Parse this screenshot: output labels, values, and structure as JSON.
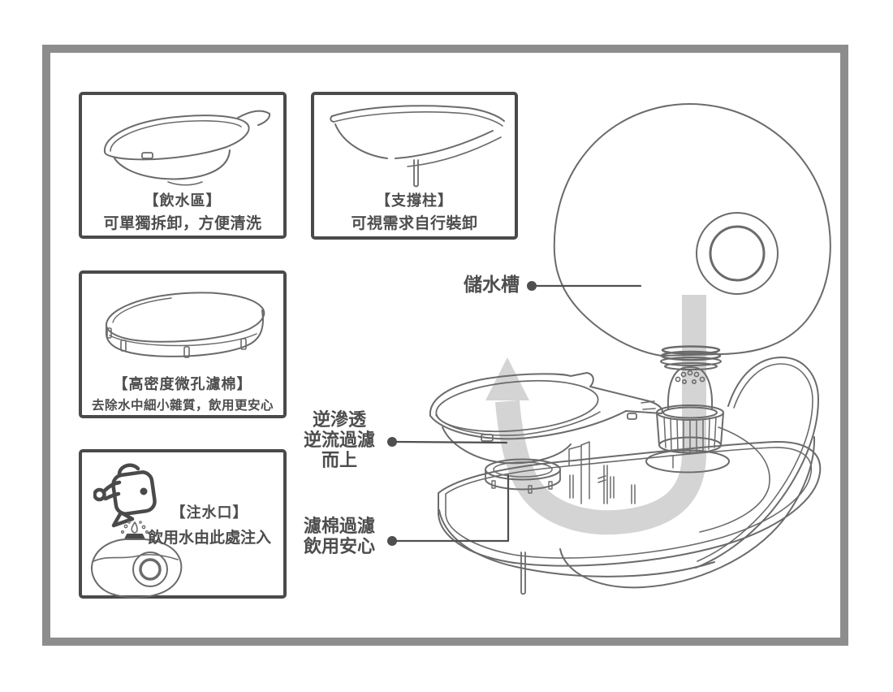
{
  "palette": {
    "frame": "#8d8d8d",
    "box_border": "#4a4a4a",
    "text": "#4d4d4d",
    "line_art": "#6b6b6b",
    "flow_arrow": "#d4d4d4",
    "background": "#ffffff"
  },
  "info_boxes": [
    {
      "id": "drinking-area",
      "title": "【飲水區】",
      "description": "可單獨拆卸，方便清洗",
      "illustration": "water-bowl-drawing"
    },
    {
      "id": "support-pillar",
      "title": "【支撐柱】",
      "description": "可視需求自行裝卸",
      "illustration": "bowl-underside-with-pillar-drawing"
    },
    {
      "id": "filter-cotton",
      "title": "【高密度微孔濾棉】",
      "description": "去除水中細小雜質，飲用更安心",
      "illustration": "filter-pad-drawing"
    },
    {
      "id": "water-inlet",
      "title": "【注水口】",
      "description": "飲用水由此處注入",
      "illustration": "fish-logo-and-snail-tank-drawing"
    }
  ],
  "diagram_labels": {
    "water_tank": "儲水槽",
    "reverse_flow_line1": "逆滲透",
    "reverse_flow_line2": "逆流過濾",
    "reverse_flow_line3": "而上",
    "filter_line1": "濾棉過濾",
    "filter_line2": "飲用安心"
  }
}
